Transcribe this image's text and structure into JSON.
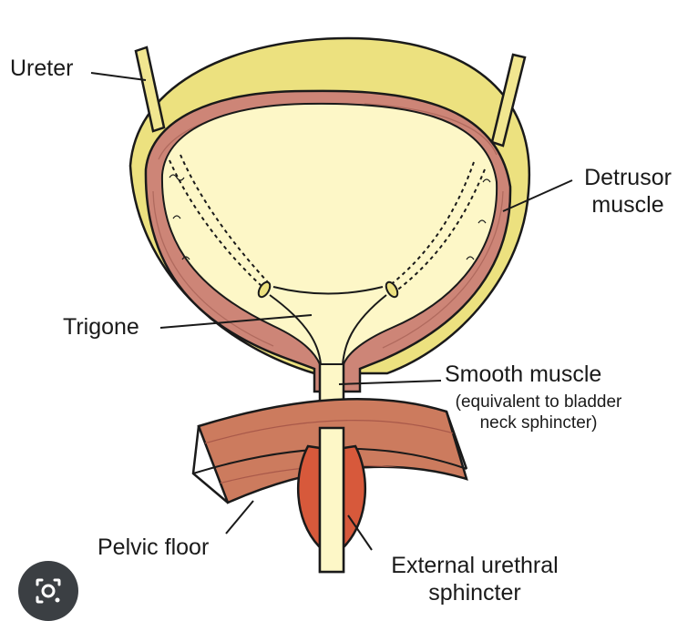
{
  "labels": {
    "ureter": "Ureter",
    "detrusor_line1": "Detrusor",
    "detrusor_line2": "muscle",
    "trigone": "Trigone",
    "smooth_muscle": "Smooth muscle",
    "smooth_note_line1": "(equivalent to bladder",
    "smooth_note_line2": "neck sphincter)",
    "pelvic_floor": "Pelvic floor",
    "external_line1": "External urethral",
    "external_line2": "sphincter"
  },
  "icons": {
    "lens": "google-lens-icon"
  },
  "colors": {
    "outer_layer": "#ece17f",
    "detrusor": "#cd8577",
    "lumen": "#fdf7c7",
    "ureter": "#f1e690",
    "pelvic_floor": "#cc7b5e",
    "external_sphincter": "#d7593b",
    "outline": "#1a1a1a",
    "lens_button": "#3b3f43"
  }
}
